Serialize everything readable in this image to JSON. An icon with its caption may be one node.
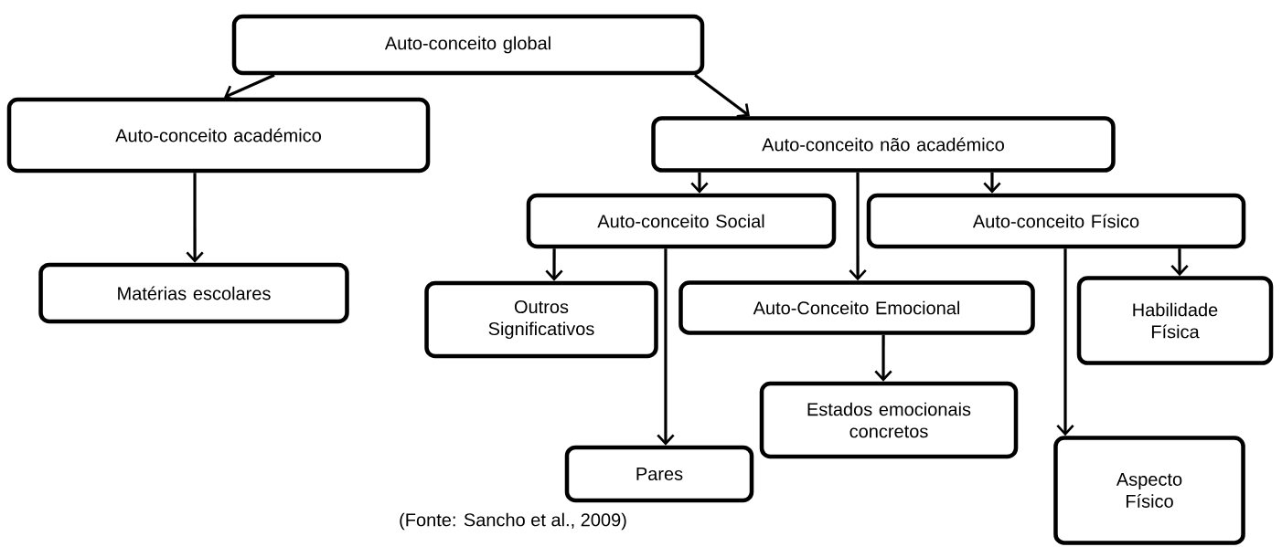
{
  "diagram": {
    "caption": "(Fonte: Sancho et al., 2009)",
    "nodes": [
      {
        "text": [
          "Auto-conceito global"
        ]
      },
      {
        "text": [
          "Auto-conceito académico"
        ]
      },
      {
        "text": [
          "Matérias escolares"
        ]
      },
      {
        "text": [
          "Auto-conceito não académico"
        ]
      },
      {
        "text": [
          "Auto-conceito Social"
        ]
      },
      {
        "text": [
          "Auto-conceito Físico"
        ]
      },
      {
        "text": [
          "Outros Significativos"
        ]
      },
      {
        "text": [
          "Auto-Conceito Emocional"
        ]
      },
      {
        "text": [
          "Habilidade Física"
        ]
      },
      {
        "text": [
          "Pares"
        ]
      },
      {
        "text": [
          "Estados emocionais concretos"
        ]
      },
      {
        "text": [
          "Aspecto Físico"
        ]
      }
    ],
    "edges": [
      {
        "from": 0,
        "to": 1,
        "arrow": "to"
      },
      {
        "from": 0,
        "to": 3,
        "arrow": "to"
      },
      {
        "from": 1,
        "to": 2,
        "arrow": "to"
      },
      {
        "from": 3,
        "to": 4,
        "arrow": "to"
      },
      {
        "from": 3,
        "to": 7,
        "arrow": "to"
      },
      {
        "from": 3,
        "to": 5,
        "arrow": "to"
      },
      {
        "from": 4,
        "to": 6,
        "arrow": "to"
      },
      {
        "from": 4,
        "to": 9,
        "arrow": "to"
      },
      {
        "from": 5,
        "to": 8,
        "arrow": "to"
      },
      {
        "from": 5,
        "to": 11,
        "arrow": "to"
      },
      {
        "from": 7,
        "to": 10,
        "arrow": "to"
      }
    ]
  }
}
